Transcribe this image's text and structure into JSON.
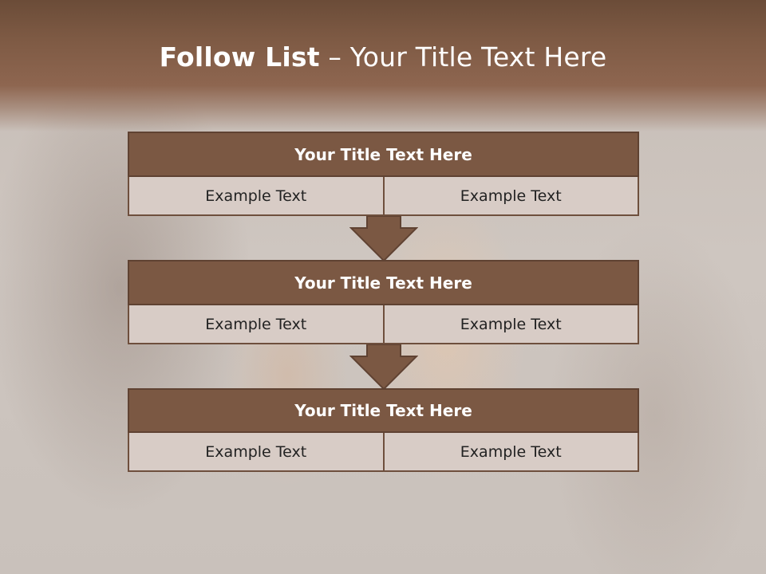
{
  "slide": {
    "title_bold": "Follow List",
    "title_rest": "  – Your Title Text Here"
  },
  "blocks": [
    {
      "title": "Your Title Text Here",
      "cells": [
        "Example Text",
        "Example Text"
      ]
    },
    {
      "title": "Your Title Text Here",
      "cells": [
        "Example Text",
        "Example Text"
      ]
    },
    {
      "title": "Your Title Text Here",
      "cells": [
        "Example Text",
        "Example Text"
      ]
    }
  ],
  "colors": {
    "header_brown": "#8e6650",
    "block_title_bg": "#7b5843",
    "cell_bg": "#d8ccc6",
    "arrow_fill": "#7b5843"
  },
  "icons": [
    "down-arrow-icon",
    "down-arrow-icon"
  ]
}
